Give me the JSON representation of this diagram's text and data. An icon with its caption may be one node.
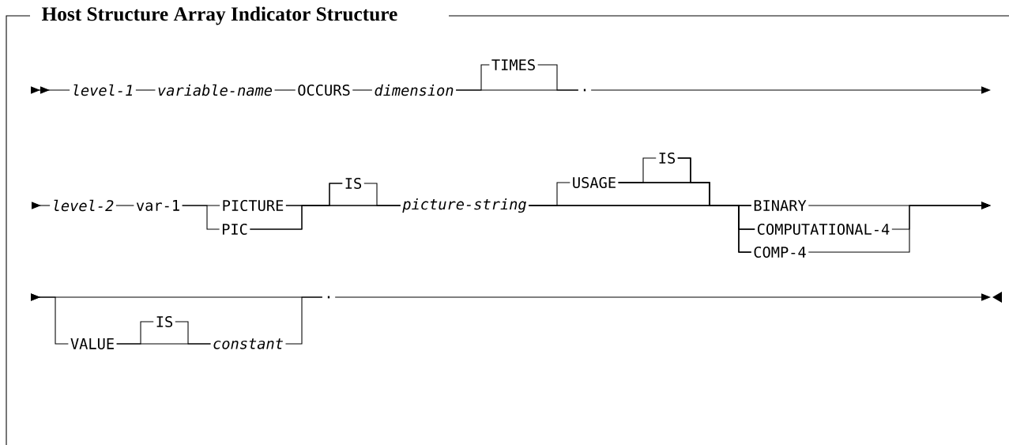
{
  "diagram": {
    "title": "Host Structure Array Indicator Structure",
    "nodes": [
      {
        "text": [
          "level-1"
        ]
      },
      {
        "text": [
          "variable-name"
        ]
      },
      {
        "text": [
          "OCCURS"
        ]
      },
      {
        "text": [
          "dimension"
        ]
      },
      {
        "text": [
          "TIMES"
        ]
      },
      {
        "text": [
          "."
        ]
      },
      {
        "text": [
          "level-2"
        ]
      },
      {
        "text": [
          "var-1"
        ]
      },
      {
        "text": [
          "PICTURE"
        ]
      },
      {
        "text": [
          "PIC"
        ]
      },
      {
        "text": [
          "IS"
        ]
      },
      {
        "text": [
          "picture-string"
        ]
      },
      {
        "text": [
          "USAGE"
        ]
      },
      {
        "text": [
          "IS"
        ]
      },
      {
        "text": [
          "BINARY"
        ]
      },
      {
        "text": [
          "COMPUTATIONAL-4"
        ]
      },
      {
        "text": [
          "COMP-4"
        ]
      },
      {
        "text": [
          "VALUE"
        ]
      },
      {
        "text": [
          "IS"
        ]
      },
      {
        "text": [
          "constant"
        ]
      },
      {
        "text": [
          "."
        ]
      }
    ],
    "edges": [
      {
        "from": null,
        "to": 0,
        "arrow": "to"
      },
      {
        "from": 0,
        "to": 1,
        "arrow": "none"
      },
      {
        "from": 1,
        "to": 2,
        "arrow": "none"
      },
      {
        "from": 2,
        "to": 3,
        "arrow": "none"
      },
      {
        "from": 3,
        "to": 4,
        "arrow": "none"
      },
      {
        "from": 3,
        "to": 5,
        "arrow": "none"
      },
      {
        "from": 4,
        "to": 5,
        "arrow": "none"
      },
      {
        "from": 5,
        "to": null,
        "arrow": "to"
      },
      {
        "from": null,
        "to": 6,
        "arrow": "to"
      },
      {
        "from": 6,
        "to": 7,
        "arrow": "none"
      },
      {
        "from": 7,
        "to": 8,
        "arrow": "none"
      },
      {
        "from": 7,
        "to": 9,
        "arrow": "none"
      },
      {
        "from": 8,
        "to": 10,
        "arrow": "none"
      },
      {
        "from": 8,
        "to": 11,
        "arrow": "none"
      },
      {
        "from": 9,
        "to": 10,
        "arrow": "none"
      },
      {
        "from": 9,
        "to": 11,
        "arrow": "none"
      },
      {
        "from": 10,
        "to": 11,
        "arrow": "none"
      },
      {
        "from": 11,
        "to": 12,
        "arrow": "none"
      },
      {
        "from": 11,
        "to": 14,
        "arrow": "none"
      },
      {
        "from": 11,
        "to": 15,
        "arrow": "none"
      },
      {
        "from": 11,
        "to": 16,
        "arrow": "none"
      },
      {
        "from": 12,
        "to": 13,
        "arrow": "none"
      },
      {
        "from": 12,
        "to": 14,
        "arrow": "none"
      },
      {
        "from": 12,
        "to": 15,
        "arrow": "none"
      },
      {
        "from": 12,
        "to": 16,
        "arrow": "none"
      },
      {
        "from": 13,
        "to": 14,
        "arrow": "none"
      },
      {
        "from": 13,
        "to": 15,
        "arrow": "none"
      },
      {
        "from": 13,
        "to": 16,
        "arrow": "none"
      },
      {
        "from": 14,
        "to": null,
        "arrow": "to"
      },
      {
        "from": 15,
        "to": null,
        "arrow": "to"
      },
      {
        "from": 16,
        "to": null,
        "arrow": "to"
      },
      {
        "from": null,
        "to": 17,
        "arrow": "to"
      },
      {
        "from": null,
        "to": 20,
        "arrow": "to"
      },
      {
        "from": 17,
        "to": 18,
        "arrow": "none"
      },
      {
        "from": 17,
        "to": 19,
        "arrow": "none"
      },
      {
        "from": 18,
        "to": 19,
        "arrow": "none"
      },
      {
        "from": 19,
        "to": 20,
        "arrow": "none"
      },
      {
        "from": 20,
        "to": null,
        "arrow": "to"
      }
    ]
  }
}
